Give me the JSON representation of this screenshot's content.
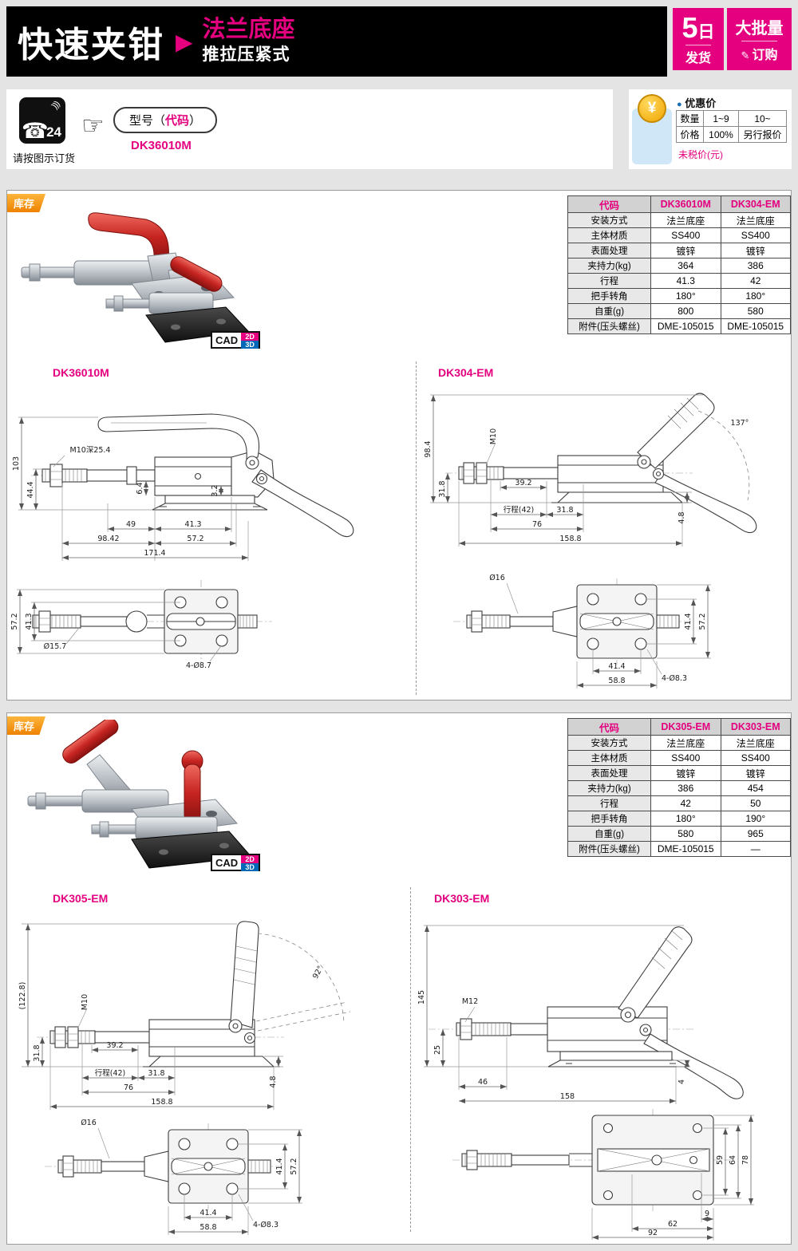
{
  "header": {
    "title": "快速夹钳",
    "arrow": "▶",
    "subtitle_top": "法兰底座",
    "subtitle_bottom": "推拉压紧式",
    "badge_ship": {
      "line1": "5日",
      "line2": "发货"
    },
    "badge_bulk": {
      "line1": "大批量",
      "icon": "✎",
      "line2": "订购"
    }
  },
  "order_bar": {
    "phone_glyph": "☎",
    "phone_waves": ")))",
    "phone_24": "24",
    "phone_note": "请按图示订货",
    "finger": "☞",
    "model_label_pre": "型号（",
    "model_label_code": "代码",
    "model_label_post": "）",
    "model_code": "DK36010M",
    "price": {
      "yen": "¥",
      "dot": "●",
      "title": "优惠价",
      "rows": [
        [
          "数量",
          "1~9",
          "10~"
        ],
        [
          "价格",
          "100%",
          "另行报价"
        ]
      ],
      "note": "未税价(元)"
    }
  },
  "section1": {
    "stock": "库存",
    "cad": {
      "label": "CAD",
      "d2": "2D",
      "d3": "3D"
    },
    "spec": {
      "header": [
        "代码",
        "DK36010M",
        "DK304-EM"
      ],
      "rows": [
        [
          "安装方式",
          "法兰底座",
          "法兰底座"
        ],
        [
          "主体材质",
          "SS400",
          "SS400"
        ],
        [
          "表面处理",
          "镀锌",
          "镀锌"
        ],
        [
          "夹持力(kg)",
          "364",
          "386"
        ],
        [
          "行程",
          "41.3",
          "42"
        ],
        [
          "把手转角",
          "180°",
          "180°"
        ],
        [
          "自重(g)",
          "800",
          "580"
        ],
        [
          "附件(压头螺丝)",
          "DME-105015",
          "DME-105015"
        ]
      ]
    },
    "left": {
      "title": "DK36010M",
      "dims": {
        "h_total": "103",
        "h_rod": "44.4",
        "thread": "M10深25.4",
        "t1": "6.4",
        "t2": "3.2",
        "w1": "49",
        "w2": "41.3",
        "w3": "98.42",
        "w4": "57.2",
        "w5": "171.4",
        "p_h": "57.2",
        "p_hi": "41.3",
        "p_dia": "Ø15.7",
        "p_holes": "4-Ø8.7"
      }
    },
    "right": {
      "title": "DK304-EM",
      "dims": {
        "h_total": "98.4",
        "thread": "M10",
        "h_base": "31.8",
        "w1": "39.2",
        "stroke": "行程(42)",
        "w2": "31.8",
        "w3": "76",
        "w4": "158.8",
        "t1": "4.8",
        "angle": "137°",
        "p_dia": "Ø16",
        "p_v1": "41.4",
        "p_v2": "57.2",
        "p_w1": "41.4",
        "p_holes": "4-Ø8.3",
        "p_w2": "58.8"
      }
    }
  },
  "section2": {
    "stock": "库存",
    "cad": {
      "label": "CAD",
      "d2": "2D",
      "d3": "3D"
    },
    "spec": {
      "header": [
        "代码",
        "DK305-EM",
        "DK303-EM"
      ],
      "rows": [
        [
          "安装方式",
          "法兰底座",
          "法兰底座"
        ],
        [
          "主体材质",
          "SS400",
          "SS400"
        ],
        [
          "表面处理",
          "镀锌",
          "镀锌"
        ],
        [
          "夹持力(kg)",
          "386",
          "454"
        ],
        [
          "行程",
          "42",
          "50"
        ],
        [
          "把手转角",
          "180°",
          "190°"
        ],
        [
          "自重(g)",
          "580",
          "965"
        ],
        [
          "附件(压头螺丝)",
          "DME-105015",
          "—"
        ]
      ]
    },
    "left": {
      "title": "DK305-EM",
      "dims": {
        "h_total": "(122.8)",
        "thread": "M10",
        "h_base": "31.8",
        "w1": "39.2",
        "stroke": "行程(42)",
        "w2": "31.8",
        "w3": "76",
        "w4": "158.8",
        "t1": "4.8",
        "angle": "92°",
        "p_dia": "Ø16",
        "p_v1": "41.4",
        "p_v2": "57.2",
        "p_w1": "41.4",
        "p_holes": "4-Ø8.3",
        "p_w2": "58.8"
      }
    },
    "right": {
      "title": "DK303-EM",
      "dims": {
        "h_total": "145",
        "thread": "M12",
        "h_base": "25",
        "w1": "46",
        "w2": "158",
        "t1": "4",
        "p_v1": "59",
        "p_v2": "64",
        "p_v3": "78",
        "p_w1": "9",
        "p_w2": "62",
        "p_w3": "92"
      }
    }
  }
}
